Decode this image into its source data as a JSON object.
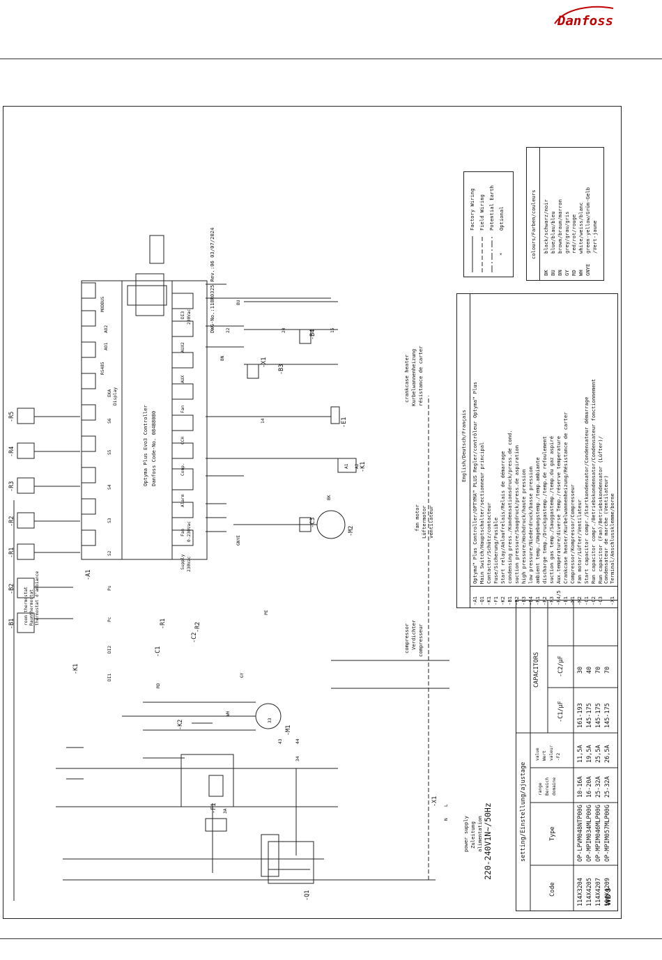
{
  "brand": {
    "logo_text": "Danfoss"
  },
  "page_tag": "WD 3",
  "drawing_number": "DWG-No.:118R0325  Rev.:06 03/07/2024",
  "controller": {
    "ref": "-A1",
    "title": "Optyma Plus Evo3 Controller",
    "code": "Danfoss Code-No. 084B8080",
    "sections": {
      "modbus": "MODBUS",
      "rs485": "RS485",
      "ao1": "AO1",
      "ao2": "AO2",
      "eka": "EKA",
      "display": "Display",
      "di3": "DI3",
      "di3_volt": "230Vac",
      "aux2": "AUX2",
      "aux": "AUX",
      "fan_out": "Fan",
      "cch": "CCH",
      "comp": "Comp.",
      "alarm": "Alarm",
      "fan_in": "Fan",
      "fan_in_volt": "0-230Vac",
      "supply": "Supply",
      "supply_volt": "230Vac",
      "s6": "S6",
      "s5": "S5",
      "s4": "S4",
      "s3": "S3",
      "s2": "S2",
      "ps": "Ps",
      "pc": "Pc",
      "di2": "DI2",
      "di1": "DI1"
    }
  },
  "sensors": [
    "-R5",
    "-R4",
    "-R3",
    "-R2",
    "-R1",
    "-B2",
    "-B1"
  ],
  "components": {
    "room_thermostat": [
      "room thermostat",
      "Raumthermostat",
      "thermostat d'ambiance"
    ],
    "fan_motor": [
      "fan motor",
      "Lüftermotor",
      "ventilateur"
    ],
    "crankcase_heater": [
      "crankcase heater",
      "Kurbelwannenheizung",
      "résistance de carter"
    ],
    "compressor": [
      "compressor",
      "Verdichter",
      "compresseur"
    ],
    "power_supply": [
      "power supply",
      "Zuleitung",
      "alimentation"
    ],
    "supply_voltage": "220-240V1N~/50Hz",
    "refs": {
      "x1": "-X1",
      "b3": "-B3",
      "b4": "-B4",
      "k1": "-K1",
      "k2": "-K2",
      "e1": "-E1",
      "m1": "-M1",
      "m2": "-M2",
      "c1": "-C1",
      "c2": "-C2",
      "c3": "-C3",
      "r1": "-R1",
      "r2": "-R2",
      "f1": "-F1",
      "q1": "-Q1",
      "a1": "A1",
      "a2": "A2",
      "f1_rating": "3A"
    }
  },
  "wiring_labels": {
    "bn": "BN",
    "bu": "BU",
    "bk": "BK",
    "gnye": "GNYE",
    "gy": "GY",
    "wh": "WH",
    "rd": "RD",
    "pe": "PE",
    "l": "L",
    "n": "N",
    "terminal_22": "22",
    "terminal_20": "20",
    "terminal_15": "15",
    "terminal_14": "14",
    "terminal_33": "33",
    "terminal_43": "43",
    "terminal_44": "44",
    "terminal_34": "34"
  },
  "legend_wiring": {
    "factory": "Factory Wiring",
    "field": "Field Wiring",
    "earth": "Potential Earth",
    "optional": "Optional",
    "optional_mark": "*"
  },
  "colours": {
    "title": "colours/Farben/couleurs",
    "rows": [
      {
        "code": "BK",
        "name": "black/schwarz/noir"
      },
      {
        "code": "BU",
        "name": "blue/blau/bleu"
      },
      {
        "code": "BN",
        "name": "brown/braun/marron"
      },
      {
        "code": "GY",
        "name": "grey/grau/gris"
      },
      {
        "code": "RD",
        "name": "red/rot/rouge"
      },
      {
        "code": "WH",
        "name": "white/weiss/blanc"
      },
      {
        "code": "GNYE",
        "name": "green-yellow/Grün-Gelb"
      },
      {
        "code": "",
        "name": "/Vert-jaune"
      }
    ]
  },
  "designations": {
    "title": "English/Deutsch/Français",
    "rows": [
      {
        "ref": "-A1",
        "text": "Optyma™ Plus Controller/OPTYMA™ PLUS Regler/contrôleur Optyma™ Plus"
      },
      {
        "ref": "-Q1",
        "text": "Main Switch/Hauptschalter/sectionneur principal"
      },
      {
        "ref": "-K1",
        "text": "Contactor/Schütz/contacteur"
      },
      {
        "ref": "-F1",
        "text": "Fuse/Sicherung/Fusible"
      },
      {
        "ref": "-K2",
        "text": "Start relay/Anlaufrelais/Relais de démarrage"
      },
      {
        "ref": "-B1",
        "text": "condensing press./Kondensationsdruck/press.de cond."
      },
      {
        "ref": "-B2",
        "text": "suction pressure/Saugdruck/press.de aspiration"
      },
      {
        "ref": "-B3",
        "text": "high pressure/Hochdruck/haute pression"
      },
      {
        "ref": "-B4",
        "text": "low pressure/Niederdruck/basse pression"
      },
      {
        "ref": "-R1",
        "text": "ambient temp./Umgebungstemp./temp.ambiante"
      },
      {
        "ref": "-R2",
        "text": "discharge temp./Druckgastemp./temp.de refoulement"
      },
      {
        "ref": "-R3",
        "text": "suction gas temp./Sauggastemp./temp.du gaz aspiré"
      },
      {
        "ref": "-R4/5",
        "text": "Aux.temperature/diverse Temp./réserve temperature"
      },
      {
        "ref": "-E1",
        "text": "Crankcase heater/Kurbelwannenheizung/Résistance de carter"
      },
      {
        "ref": "-M1",
        "text": "Compressor/Kompressor/Compresseur"
      },
      {
        "ref": "-M2",
        "text": "Fan motor/Lüfter/Ventilateur"
      },
      {
        "ref": "-C1",
        "text": "Start capacitor compr./Startkondensator/Condensateur démarrage"
      },
      {
        "ref": "-C2",
        "text": "Run capacitor compr./Betriebskondensator/Condensateur fonctionnement"
      },
      {
        "ref": "-C3",
        "text": "Run capacitor (Fan)/Betriebskondensator (Lüfter)/"
      },
      {
        "ref": "",
        "text": "Condensateur de marche (Ventilateur)"
      },
      {
        "ref": "-X1",
        "text": "Terminal/Anschlussklemme/borne"
      }
    ]
  },
  "settings_table": {
    "title": "setting/Einstellung/ajustage",
    "capacitors_header": "CAPACITORS",
    "headers": {
      "code": "Code",
      "type": "Type",
      "range": [
        "range",
        "Bereich",
        "domaine"
      ],
      "value": [
        "value",
        "Wert",
        "valeur",
        "-F2"
      ],
      "c1": "-C1/µF",
      "c2": "-C2/µF"
    },
    "rows": [
      {
        "code": "114X3204",
        "type": "OP-LPVM048NTP00G",
        "range": "10-16A",
        "value": "11,5A",
        "c1": "161-193",
        "c2": "30"
      },
      {
        "code": "114X4205",
        "type": "OP-MPIM034MLP00G",
        "range": "16-20A",
        "value": "19,5A",
        "c1": "145-175",
        "c2": "40"
      },
      {
        "code": "114X4207",
        "type": "OP-MPIM046MLP00G",
        "range": "25-32A",
        "value": "25,5A",
        "c1": "145-175",
        "c2": "70"
      },
      {
        "code": "114X4209",
        "type": "OP-MPIM057MLP00G",
        "range": "25-32A",
        "value": "26,5A",
        "c1": "145-175",
        "c2": "70"
      }
    ]
  }
}
